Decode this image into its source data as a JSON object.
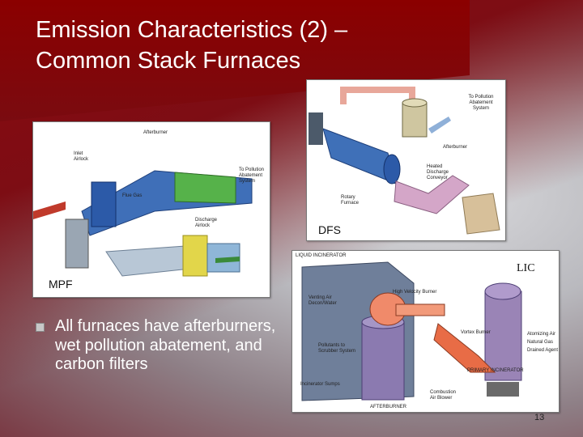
{
  "title": "Emission Characteristics (2) – Common Stack Furnaces",
  "bullet": "All furnaces have afterburners, wet pollution abatement, and carbon filters",
  "page_number": "13",
  "mpf": {
    "caption": "MPF",
    "labels": {
      "afterburner": "Afterburner",
      "inlet_airlock": "Inlet Airlock",
      "flue_gas": "Flue Gas",
      "to_pollution": "To Pollution Abatement System",
      "discharge_airlock": "Discharge Airlock"
    }
  },
  "dfs": {
    "caption": "DFS",
    "labels": {
      "to_pollution": "To Pollution Abatement System",
      "afterburner": "Afterburner",
      "heated_conveyor": "Heated Discharge Conveyor",
      "rotary_furnace": "Rotary Furnace"
    }
  },
  "lic": {
    "caption": "LIC",
    "labels": {
      "header": "LIQUID INCINERATOR",
      "high_velocity": "High Velocity Burner",
      "venting_air": "Venting Air Decon/Water",
      "vortex_burner": "Vortex Burner",
      "pollutants": "Pollutants to Scrubber System",
      "atomizing": "Atomizing Air",
      "natural_gas": "Natural Gas",
      "desired_agent": "Drained Agent",
      "primary": "PRIMARY INCINERATOR",
      "incinerator_sumps": "Incinerator Sumps",
      "combustion_air": "Combustion Air Blower",
      "afterburner": "AFTERBURNER"
    }
  }
}
